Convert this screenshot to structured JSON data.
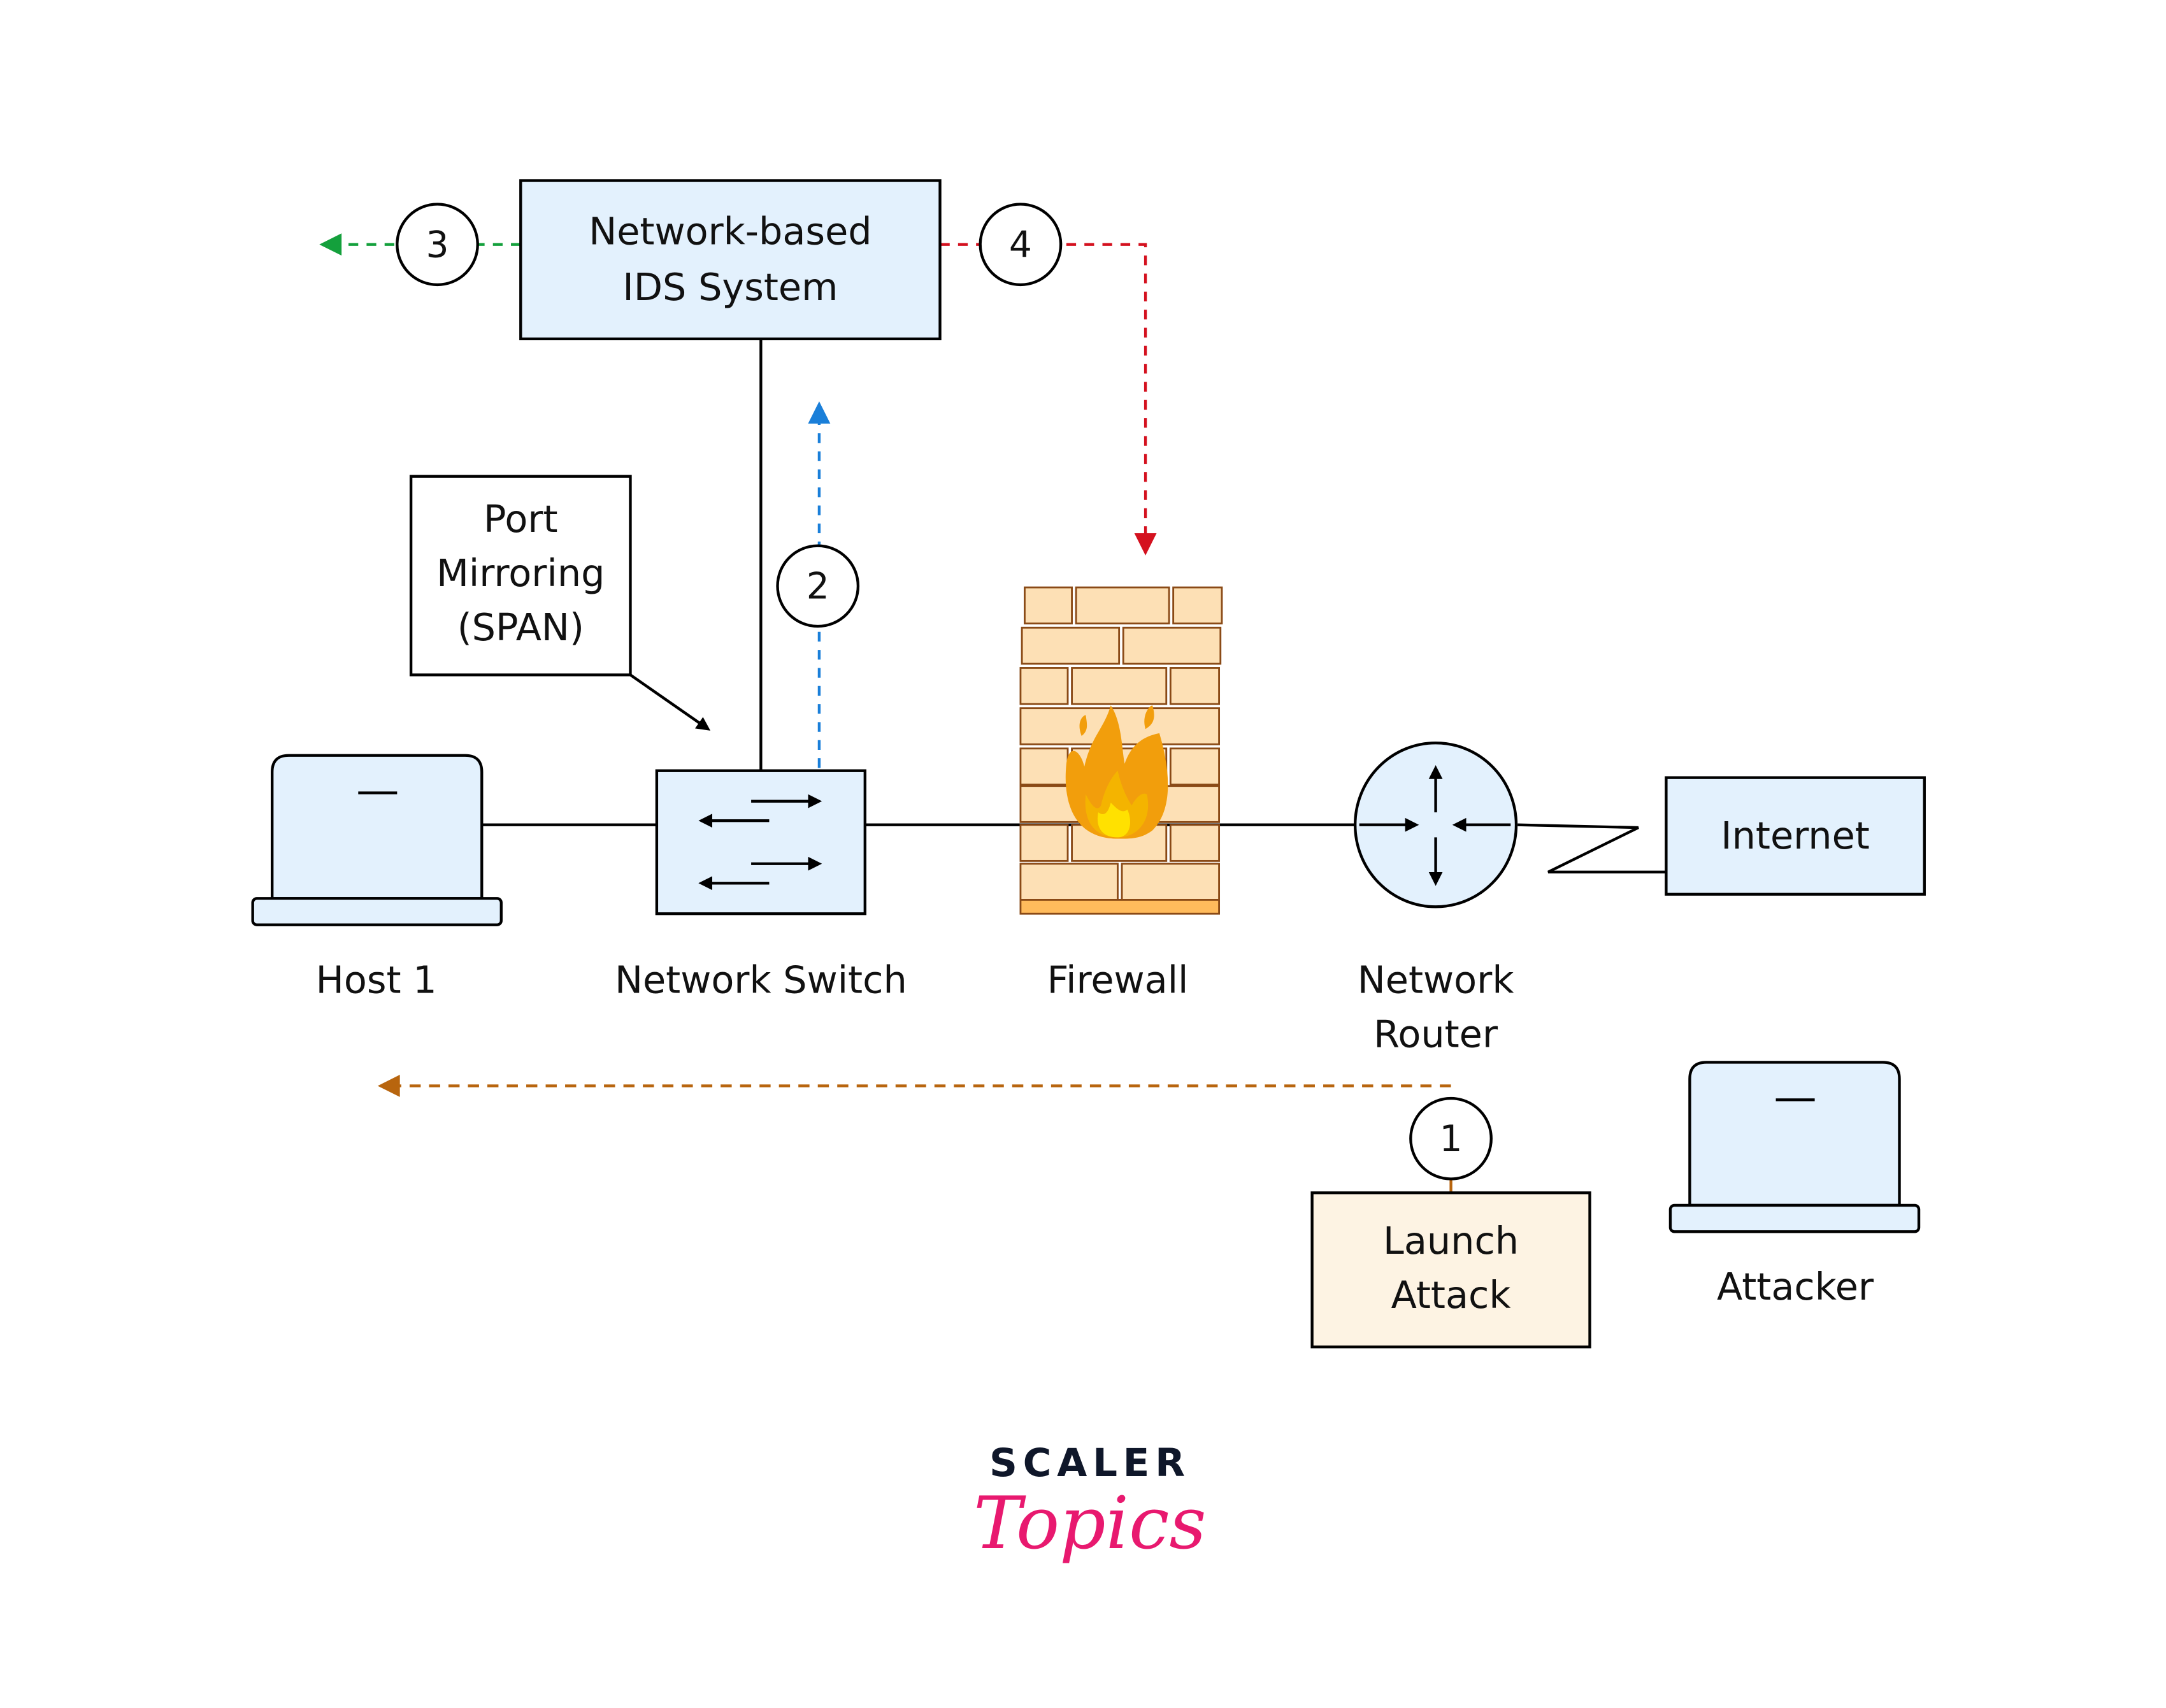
{
  "nodes": {
    "ids": {
      "line1": "Network-based",
      "line2": "IDS System"
    },
    "port_mirroring": {
      "line1": "Port",
      "line2": "Mirroring",
      "line3": "(SPAN)"
    },
    "host": {
      "label": "Host 1"
    },
    "switch": {
      "label": "Network Switch"
    },
    "firewall": {
      "label": "Firewall"
    },
    "router": {
      "line1": "Network",
      "line2": "Router"
    },
    "internet": {
      "label": "Internet"
    },
    "launch_attack": {
      "line1": "Launch",
      "line2": "Attack"
    },
    "attacker": {
      "label": "Attacker"
    }
  },
  "steps": [
    {
      "number": "1",
      "color": "#b8650e"
    },
    {
      "number": "2",
      "color": "#1a7fd9"
    },
    {
      "number": "3",
      "color": "#14a03c"
    },
    {
      "number": "4",
      "color": "#d4111f"
    }
  ],
  "colors": {
    "node_fill": "#e3f1fd",
    "attack_fill": "#fdf3e3",
    "brick_fill": "#fde0b5",
    "logo_dark": "#0f172a",
    "logo_pink": "#e8196f"
  },
  "logo": {
    "line1": "SCALER",
    "line2": "Topics"
  }
}
